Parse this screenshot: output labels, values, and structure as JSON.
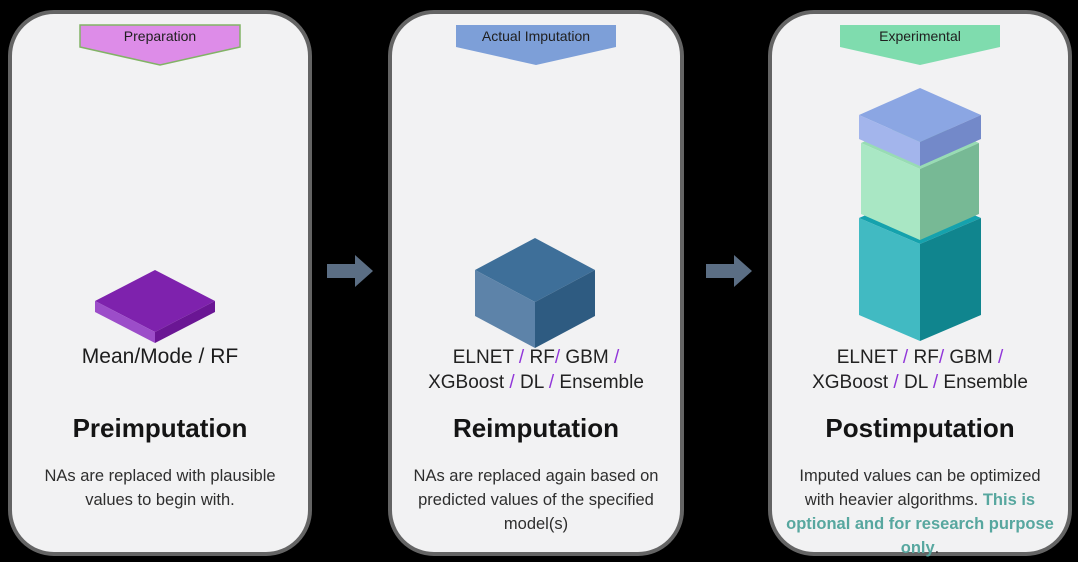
{
  "colors": {
    "background": "#000000",
    "panel_fill": "#f2f2f3",
    "panel_border": "#646464",
    "arrow": "#5b6e84",
    "slash_text": "#9136d9",
    "highlight_text": "#57a79f"
  },
  "shapes": {
    "purple_slab": {
      "top": "#7e22ad",
      "left": "#9c4dc9",
      "right": "#6a1694"
    },
    "blue_cube": {
      "top": "#3e6f99",
      "left": "#5d83a9",
      "right": "#2e5b81"
    },
    "periwinkle_slab": {
      "top": "#8ba6e3",
      "left": "#a3b5ec",
      "right": "#7389c9"
    },
    "mint_cube": {
      "top": "#98dcb4",
      "left": "#a9e7c4",
      "right": "#77b995"
    },
    "teal_cube": {
      "top": "#15a2ad",
      "left": "#41bac2",
      "right": "#10858e"
    }
  },
  "panels": [
    {
      "banner_label": "Preparation",
      "banner_fill": "#dd8ce8",
      "banner_stroke": "#82b366",
      "tool": "Mean/Mode / RF",
      "title": "Preimputation",
      "description": "NAs are replaced with plausible values to begin with."
    },
    {
      "banner_label": "Actual Imputation",
      "banner_fill": "#7d9fd8",
      "banner_stroke": "#6b8cc4",
      "models_line1": [
        "ELNET",
        " / ",
        "RF",
        "/ ",
        "GBM",
        " /"
      ],
      "models_line2": [
        "XGBoost",
        " / ",
        "DL",
        " / ",
        "Ensemble"
      ],
      "title": "Reimputation",
      "description": "NAs are replaced again based on predicted values of the specified model(s)"
    },
    {
      "banner_label": "Experimental",
      "banner_fill": "#7fdcae",
      "banner_stroke": "#6fcfa0",
      "models_line1": [
        "ELNET",
        " / ",
        "RF",
        "/ ",
        "GBM",
        " /"
      ],
      "models_line2": [
        "XGBoost",
        " / ",
        "DL",
        " / ",
        "Ensemble"
      ],
      "title": "Postimputation",
      "desc_normal1": "Imputed values can be optimized with heavier algorithms. ",
      "desc_highlight": "This is optional and for research purpose only",
      "desc_normal2": "."
    }
  ]
}
